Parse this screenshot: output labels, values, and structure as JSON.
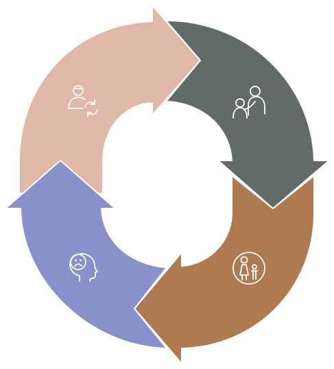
{
  "diagram": {
    "type": "cycle",
    "direction": "clockwise",
    "segments": [
      {
        "name": "top-left",
        "color": "#e0b9a6",
        "icon": "user-sync-icon"
      },
      {
        "name": "top-right",
        "color": "#626b66",
        "icon": "parent-child-hug-icon"
      },
      {
        "name": "bottom-right",
        "color": "#ae7a50",
        "icon": "mother-child-icon"
      },
      {
        "name": "bottom-left",
        "color": "#8891cc",
        "icon": "sad-head-icon"
      }
    ]
  }
}
